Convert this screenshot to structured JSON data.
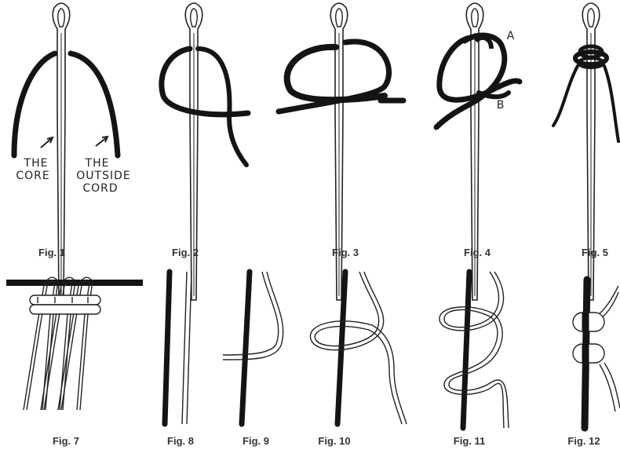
{
  "figures": [
    {
      "id": "fig1",
      "caption": "Fig. 1"
    },
    {
      "id": "fig2",
      "caption": "Fig. 2"
    },
    {
      "id": "fig3",
      "caption": "Fig. 3"
    },
    {
      "id": "fig4",
      "caption": "Fig. 4"
    },
    {
      "id": "fig5",
      "caption": "Fig. 5"
    },
    {
      "id": "fig7",
      "caption": "Fig. 7"
    },
    {
      "id": "fig8",
      "caption": "Fig. 8"
    },
    {
      "id": "fig9",
      "caption": "Fig. 9"
    },
    {
      "id": "fig10",
      "caption": "Fig. 10"
    },
    {
      "id": "fig11",
      "caption": "Fig. 11"
    },
    {
      "id": "fig12",
      "caption": "Fig. 12"
    }
  ],
  "labels": {
    "core_line1": "THE",
    "core_line2": "CORE",
    "outside_line1": "THE",
    "outside_line2": "OUTSIDE",
    "outside_line3": "CORD",
    "point_a": "A",
    "point_b": "B"
  },
  "colors": {
    "cord": "#141414",
    "outline": "#222222",
    "paper": "#ffffff"
  }
}
